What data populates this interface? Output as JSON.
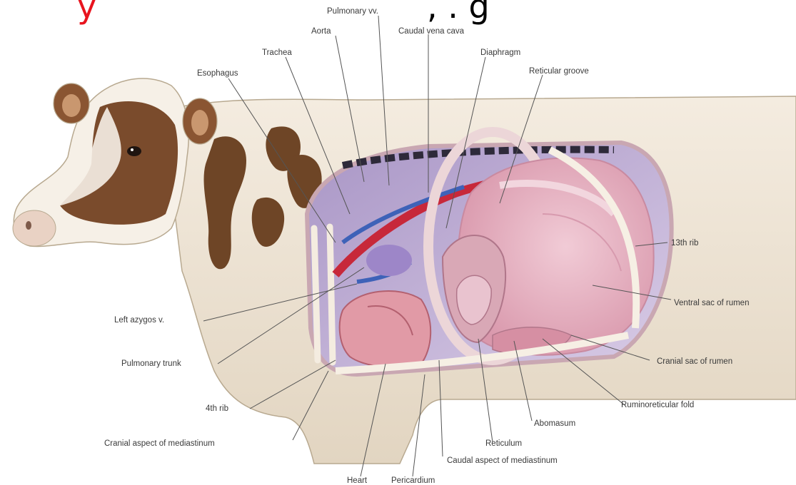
{
  "header": {
    "left_fragment": "y",
    "left_color": "#e8141e",
    "right_fragment": ", .  g"
  },
  "labels": {
    "pulmonary_vv": "Pulmonary vv.",
    "aorta": "Aorta",
    "caudal_vena_cava": "Caudal vena cava",
    "trachea": "Trachea",
    "diaphragm": "Diaphragm",
    "esophagus": "Esophagus",
    "reticular_groove": "Reticular groove",
    "rib_13": "13th rib",
    "ventral_sac": "Ventral sac of rumen",
    "left_azygos": "Left azygos v.",
    "pulmonary_trunk": "Pulmonary trunk",
    "cranial_sac": "Cranial sac of rumen",
    "rib_4": "4th rib",
    "ruminoreticular_fold": "Ruminoreticular fold",
    "abomasum": "Abomasum",
    "cranial_mediastinum": "Cranial aspect of mediastinum",
    "reticulum": "Reticulum",
    "caudal_mediastinum": "Caudal aspect of mediastinum",
    "heart": "Heart",
    "pericardium": "Pericardium"
  },
  "colors": {
    "hide": "#efe5d6",
    "spots": "#6e4526",
    "thoracic_cavity": "#c8b6d8",
    "rumen": "#eab8c6",
    "vessel_red": "#c7283a",
    "vessel_blue": "#3e62b8"
  }
}
